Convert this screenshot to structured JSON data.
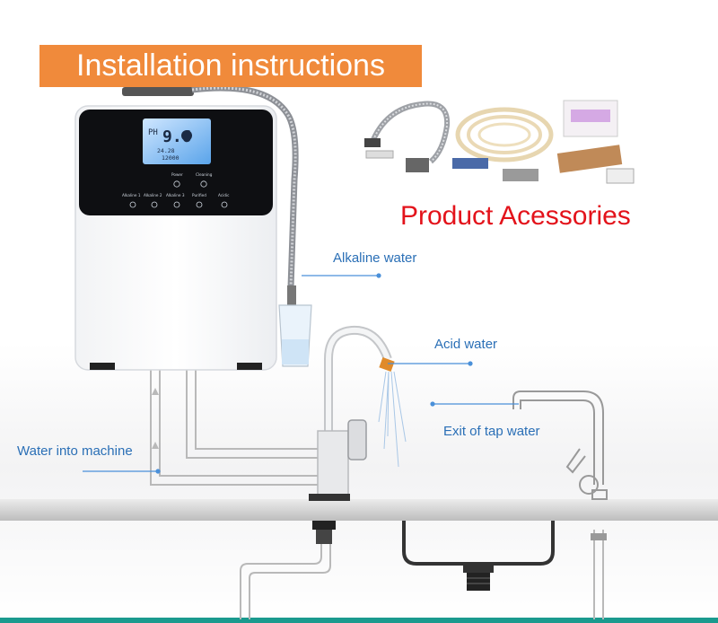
{
  "header": {
    "title": "Installation instructions"
  },
  "accessories": {
    "title": "Product Acessories"
  },
  "lcd": {
    "ph_label": "PH",
    "ph_value": "9.6",
    "sub_readout": "24.28",
    "flow_readout": "12000"
  },
  "panel": {
    "labels": [
      "Power",
      "Cleaning"
    ],
    "mode_labels": [
      "Alkaline 1",
      "Alkaline 2",
      "Alkaline 3",
      "Purified",
      "Acidic"
    ]
  },
  "callouts": {
    "alkaline": "Alkaline water",
    "acid": "Acid water",
    "exit_tap": "Exit of tap water",
    "water_in": "Water into machine"
  },
  "colors": {
    "banner": "#f08a3b",
    "accessories_title": "#e3131b",
    "callout_text": "#2a6fb6",
    "callout_line": "#4a90d9",
    "bottom_strip": "#1a9a8e"
  }
}
